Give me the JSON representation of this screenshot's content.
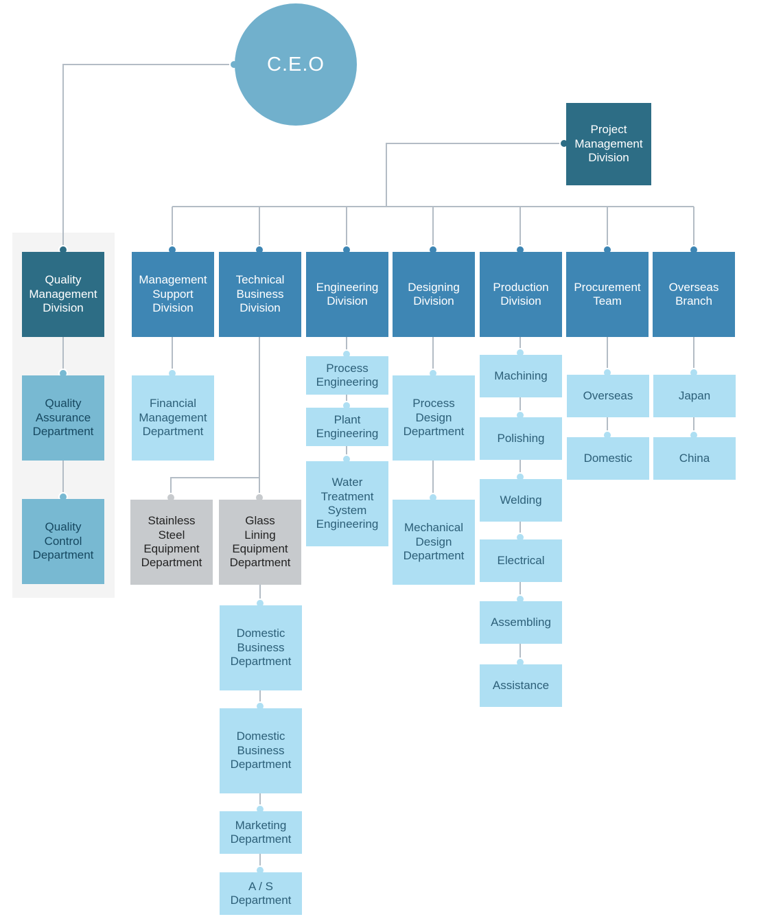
{
  "ceo": "C.E.O",
  "project_management": "Project\nManagement\nDivision",
  "quality": {
    "division": "Quality\nManagement\nDivision",
    "assurance": "Quality\nAssurance\nDepartment",
    "control": "Quality\nControl\nDepartment"
  },
  "divisions": {
    "management_support": "Management\nSupport\nDivision",
    "technical_business": "Technical\nBusiness\nDivision",
    "engineering": "Engineering\nDivision",
    "designing": "Designing\nDivision",
    "production": "Production\nDivision",
    "procurement": "Procurement\nTeam",
    "overseas_branch": "Overseas\nBranch"
  },
  "management_support_units": [
    "Financial\nManagement\nDepartment"
  ],
  "technical_business_units": {
    "stainless": "Stainless\nSteel\nEquipment\nDepartment",
    "glass": "Glass\nLining\nEquipment\nDepartment",
    "chain": [
      "Domestic\nBusiness\nDepartment",
      "Domestic\nBusiness\nDepartment",
      "Marketing\nDepartment",
      "A / S\nDepartment"
    ]
  },
  "engineering_units": [
    "Process\nEngineering",
    "Plant\nEngineering",
    "Water\nTreatment\nSystem\nEngineering"
  ],
  "designing_units": [
    "Process\nDesign\nDepartment",
    "Mechanical\nDesign\nDepartment"
  ],
  "production_units": [
    "Machining",
    "Polishing",
    "Welding",
    "Electrical",
    "Assembling",
    "Assistance"
  ],
  "procurement_units": [
    "Overseas",
    "Domestic"
  ],
  "overseas_units": [
    "Japan",
    "China"
  ],
  "colors": {
    "line": "#b3bcc5",
    "dark": "#2d6d85",
    "division": "#3e86b4",
    "mid": "#78b9d2",
    "light": "#aedff3",
    "gray": "#c7cacd",
    "ceo": "#71b0cc"
  }
}
